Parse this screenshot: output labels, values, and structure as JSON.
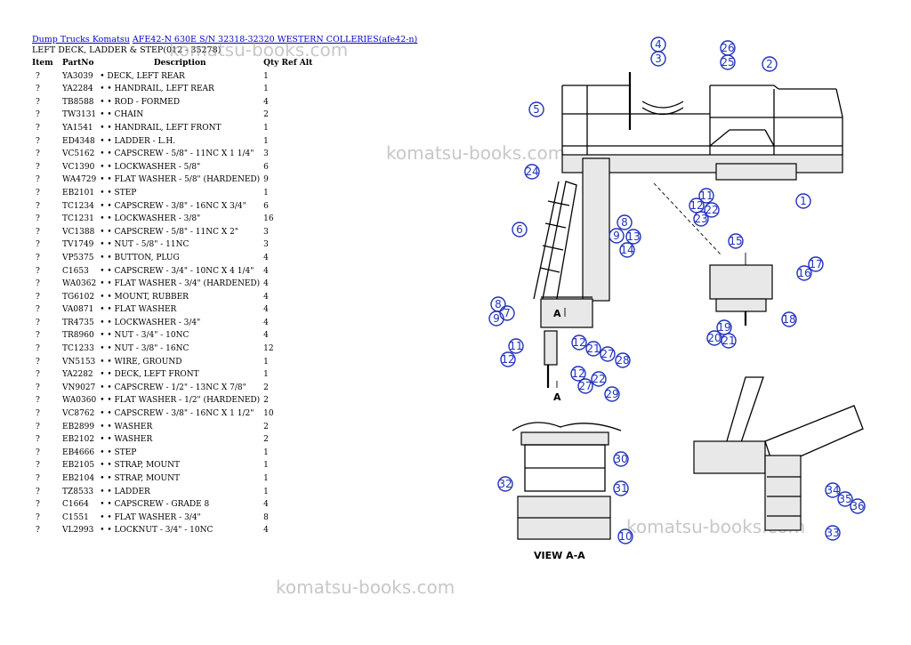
{
  "breadcrumb": {
    "link1": "Dump Trucks Komatsu",
    "link2": "AFE42-N 630E S/N 32318-32320 WESTERN COLLERIES(afe42-n)"
  },
  "subtitle": "LEFT DECK, LADDER & STEP(012 - 35278)",
  "table": {
    "headers": {
      "item": "Item",
      "partno": "PartNo",
      "desc": "Description",
      "qty": "Qty Ref Alt"
    },
    "rows": [
      {
        "item": "?",
        "pn": "YA3039",
        "desc": "• DECK, LEFT REAR",
        "qty": "1"
      },
      {
        "item": "?",
        "pn": "YA2284",
        "desc": "• • HANDRAIL, LEFT REAR",
        "qty": "1"
      },
      {
        "item": "?",
        "pn": "TB8588",
        "desc": "• • ROD - FORMED",
        "qty": "4"
      },
      {
        "item": "?",
        "pn": "TW3131",
        "desc": "• • CHAIN",
        "qty": "2"
      },
      {
        "item": "?",
        "pn": "YA1541",
        "desc": "• • HANDRAIL, LEFT FRONT",
        "qty": "1"
      },
      {
        "item": "?",
        "pn": "ED4348",
        "desc": "• • LADDER - L.H.",
        "qty": "1"
      },
      {
        "item": "?",
        "pn": "VC5162",
        "desc": "• • CAPSCREW - 5/8\" - 11NC X 1 1/4\"",
        "qty": "3"
      },
      {
        "item": "?",
        "pn": "VC1390",
        "desc": "• • LOCKWASHER - 5/8\"",
        "qty": "6"
      },
      {
        "item": "?",
        "pn": "WA4729",
        "desc": "• • FLAT WASHER - 5/8\" (HARDENED)",
        "qty": "9"
      },
      {
        "item": "?",
        "pn": "EB2101",
        "desc": "• • STEP",
        "qty": "1"
      },
      {
        "item": "?",
        "pn": "TC1234",
        "desc": "• • CAPSCREW - 3/8\" - 16NC X 3/4\"",
        "qty": "6"
      },
      {
        "item": "?",
        "pn": "TC1231",
        "desc": "• • LOCKWASHER - 3/8\"",
        "qty": "16"
      },
      {
        "item": "?",
        "pn": "VC1388",
        "desc": "• • CAPSCREW - 5/8\" - 11NC X 2\"",
        "qty": "3"
      },
      {
        "item": "?",
        "pn": "TV1749",
        "desc": "• • NUT - 5/8\" - 11NC",
        "qty": "3"
      },
      {
        "item": "?",
        "pn": "VP5375",
        "desc": "• • BUTTON, PLUG",
        "qty": "4"
      },
      {
        "item": "?",
        "pn": "C1653",
        "desc": "• • CAPSCREW - 3/4\" - 10NC X 4 1/4\"",
        "qty": "4"
      },
      {
        "item": "?",
        "pn": "WA0362",
        "desc": "• • FLAT WASHER - 3/4\" (HARDENED)",
        "qty": "4"
      },
      {
        "item": "?",
        "pn": "TG6102",
        "desc": "• • MOUNT, RUBBER",
        "qty": "4"
      },
      {
        "item": "?",
        "pn": "VA0871",
        "desc": "• • FLAT WASHER",
        "qty": "4"
      },
      {
        "item": "?",
        "pn": "TR4735",
        "desc": "• • LOCKWASHER - 3/4\"",
        "qty": "4"
      },
      {
        "item": "?",
        "pn": "TR8960",
        "desc": "• • NUT - 3/4\" - 10NC",
        "qty": "4"
      },
      {
        "item": "?",
        "pn": "TC1233",
        "desc": "• • NUT - 3/8\" - 16NC",
        "qty": "12"
      },
      {
        "item": "?",
        "pn": "VN5153",
        "desc": "• • WIRE, GROUND",
        "qty": "1"
      },
      {
        "item": "?",
        "pn": "YA2282",
        "desc": "• • DECK, LEFT FRONT",
        "qty": "1"
      },
      {
        "item": "?",
        "pn": "VN9027",
        "desc": "• • CAPSCREW - 1/2\" - 13NC X 7/8\"",
        "qty": "2"
      },
      {
        "item": "?",
        "pn": "WA0360",
        "desc": "• • FLAT WASHER - 1/2\" (HARDENED)",
        "qty": "2"
      },
      {
        "item": "?",
        "pn": "VC8762",
        "desc": "• • CAPSCREW - 3/8\" - 16NC X 1 1/2\"",
        "qty": "10"
      },
      {
        "item": "?",
        "pn": "EB2899",
        "desc": "• • WASHER",
        "qty": "2"
      },
      {
        "item": "?",
        "pn": "EB2102",
        "desc": "• • WASHER",
        "qty": "2"
      },
      {
        "item": "?",
        "pn": "EB4666",
        "desc": "• • STEP",
        "qty": "1"
      },
      {
        "item": "?",
        "pn": "EB2105",
        "desc": "• • STRAP, MOUNT",
        "qty": "1"
      },
      {
        "item": "?",
        "pn": "EB2104",
        "desc": "• • STRAP, MOUNT",
        "qty": "1"
      },
      {
        "item": "?",
        "pn": "TZ8533",
        "desc": "• • LADDER",
        "qty": "1"
      },
      {
        "item": "?",
        "pn": "C1664",
        "desc": "• • CAPSCREW - GRADE 8",
        "qty": "4"
      },
      {
        "item": "?",
        "pn": "C1551",
        "desc": "• • FLAT WASHER - 3/4\"",
        "qty": "8"
      },
      {
        "item": "?",
        "pn": "VL2993",
        "desc": "• • LOCKNUT - 3/4\" - 10NC",
        "qty": "4"
      }
    ]
  },
  "watermark": "komatsu-books.com",
  "diagram": {
    "view_label": "VIEW  A-A",
    "section_letter": "A",
    "callouts": [
      "1",
      "2",
      "3",
      "4",
      "5",
      "6",
      "7",
      "8",
      "9",
      "10",
      "11",
      "12",
      "13",
      "14",
      "15",
      "16",
      "17",
      "18",
      "19",
      "20",
      "21",
      "22",
      "23",
      "24",
      "25",
      "26",
      "27",
      "28",
      "29",
      "30",
      "31",
      "32",
      "33",
      "34",
      "35",
      "36"
    ]
  }
}
